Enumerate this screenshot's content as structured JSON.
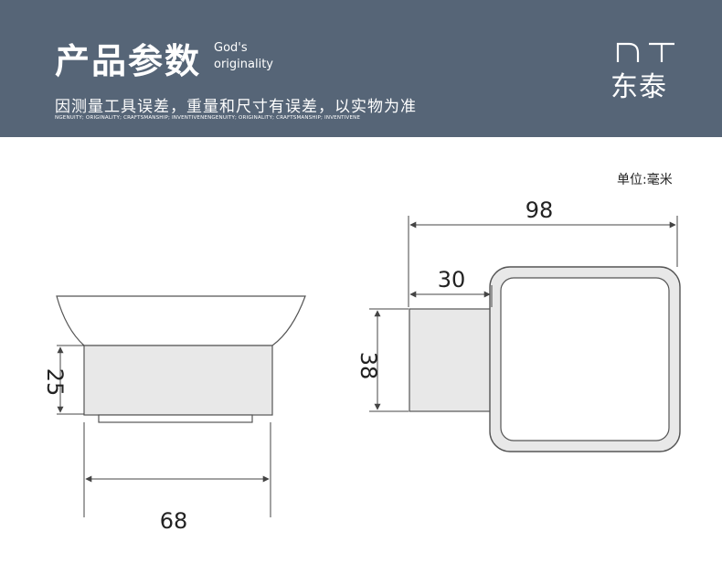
{
  "header": {
    "title": "产品参数",
    "subtitle_line1": "God's",
    "subtitle_line2": "originality",
    "tagline": "因测量工具误差，重量和尺寸有误差，以实物为准",
    "tagline_en": "NGENUITY; ORIGINALITY; CRAFTSMANSHIP; INVENTIVENENGENUITY; ORIGINALITY; CRAFTSMANSHIP; INVENTIVENE",
    "logo_text": "东泰",
    "logo_letters": "DT"
  },
  "unit_label": "单位:毫米",
  "dimensions": {
    "front_height": "25",
    "front_width": "68",
    "side_total_width": "98",
    "side_base_width": "30",
    "side_height": "38"
  },
  "colors": {
    "header_bg": "#566577",
    "line": "#444444",
    "fill_gray": "#e9e9e9"
  }
}
